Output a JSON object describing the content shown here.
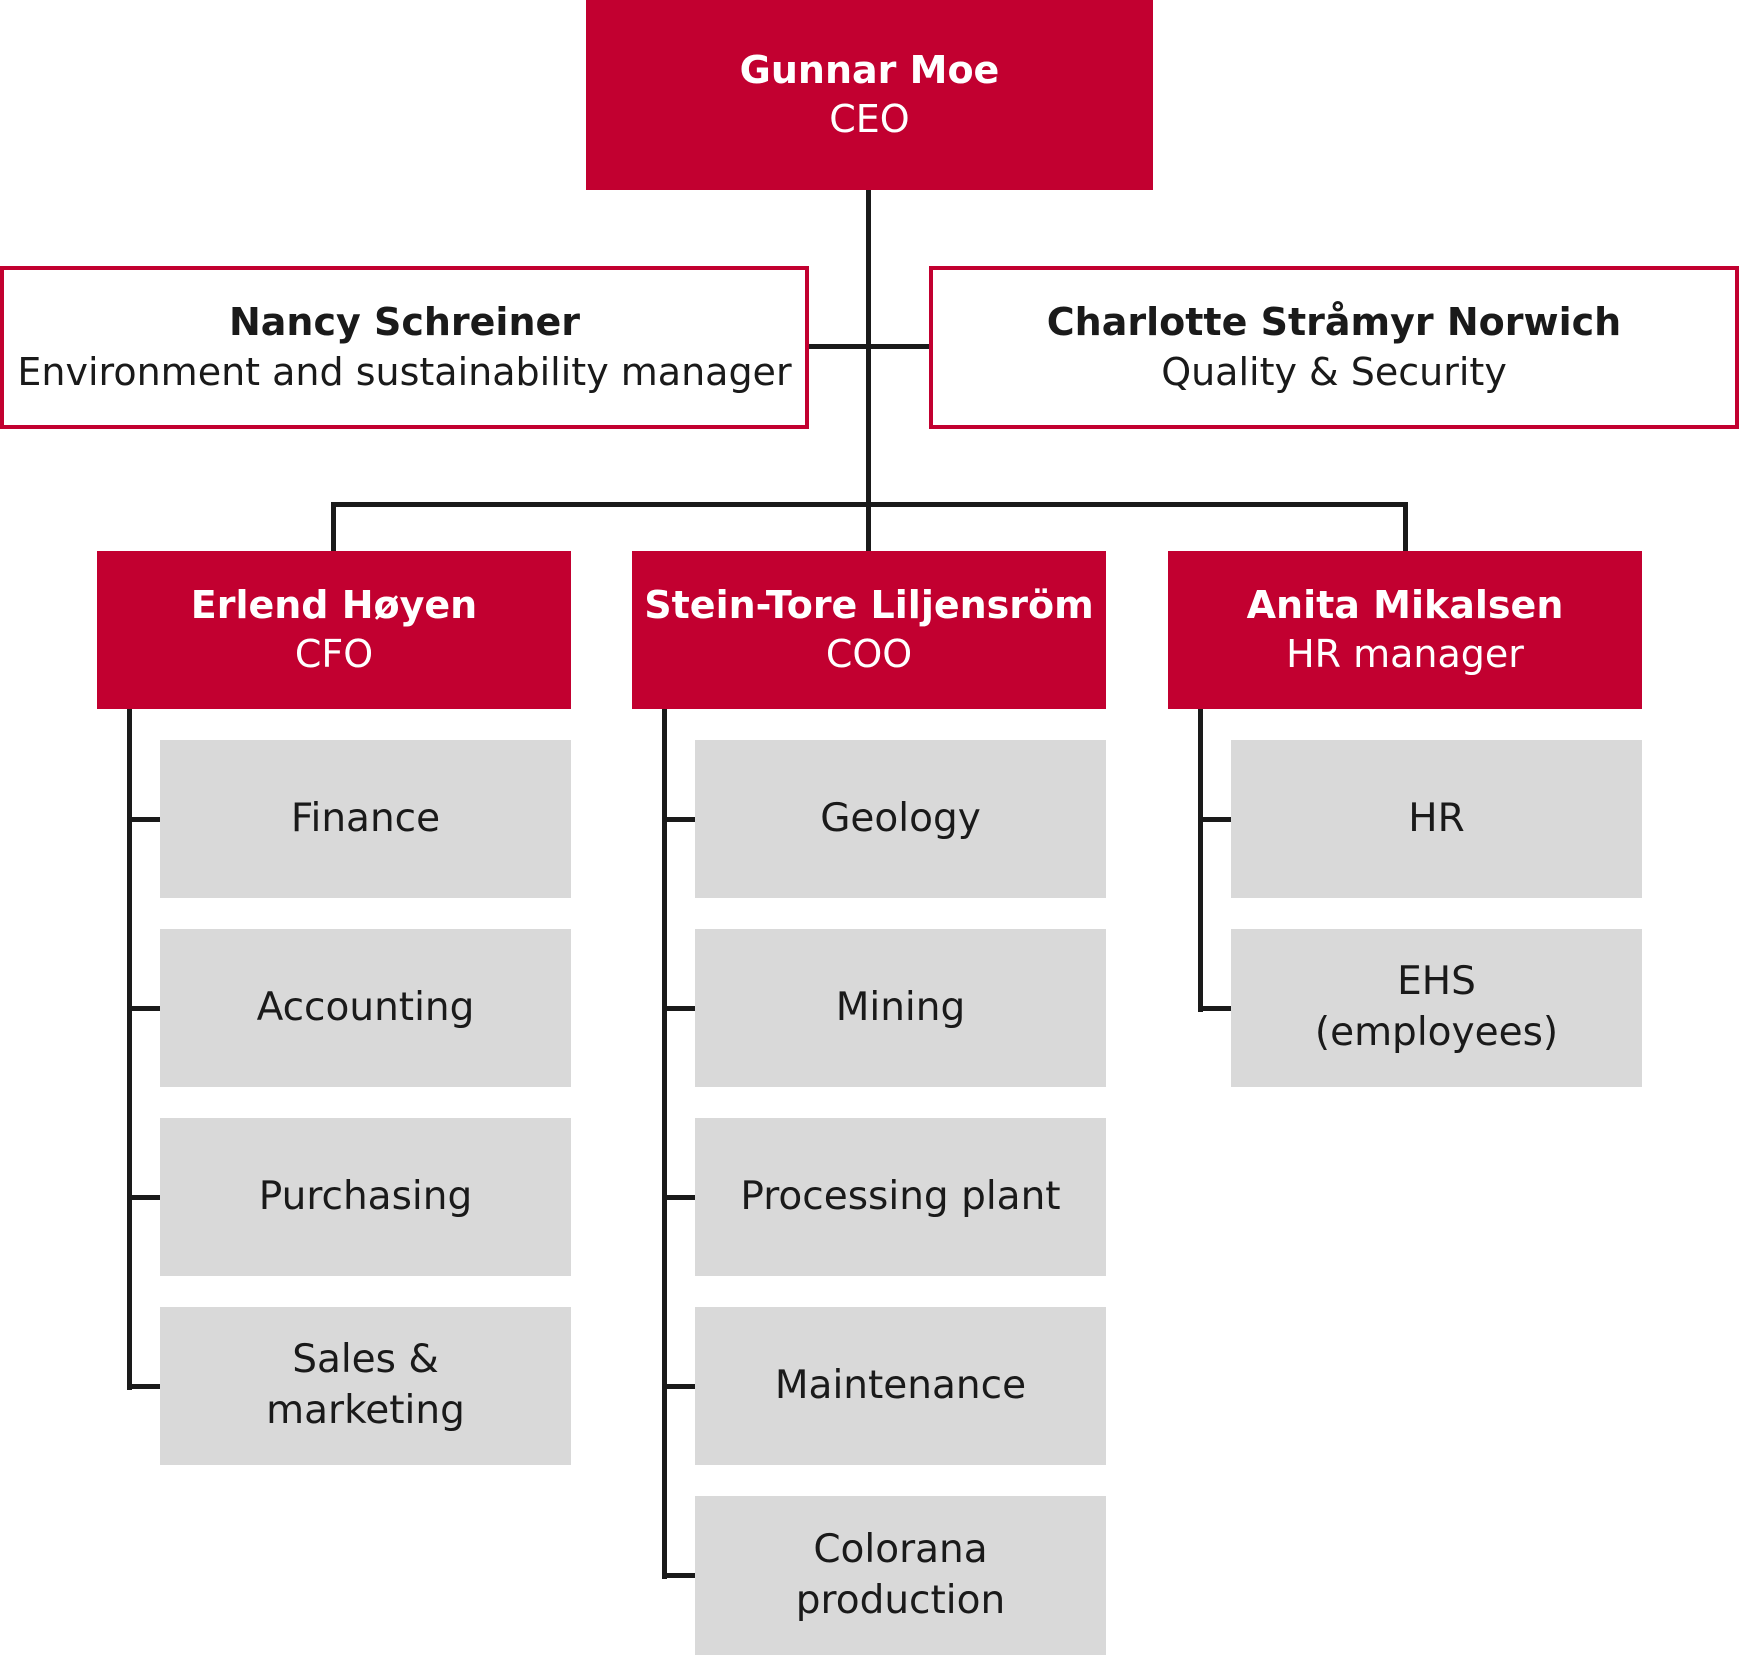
{
  "ceo": {
    "name": "Gunnar Moe",
    "role": "CEO"
  },
  "staff": [
    {
      "name": "Nancy Schreiner",
      "role": "Environment and sustainability manager"
    },
    {
      "name": "Charlotte Stråmyr Norwich",
      "role": "Quality & Security"
    }
  ],
  "managers": [
    {
      "name": "Erlend Høyen",
      "role": "CFO",
      "departments": [
        "Finance",
        "Accounting",
        "Purchasing",
        "Sales &\nmarketing"
      ]
    },
    {
      "name": "Stein-Tore Liljensröm",
      "role": "COO",
      "departments": [
        "Geology",
        "Mining",
        "Processing plant",
        "Maintenance",
        "Colorana\nproduction"
      ]
    },
    {
      "name": "Anita Mikalsen",
      "role": "HR manager",
      "departments": [
        "HR",
        "EHS\n(employees)"
      ]
    }
  ],
  "colors": {
    "accent": "#c20030",
    "department_bg": "#d9d9d9",
    "line": "#1a1a1a"
  }
}
